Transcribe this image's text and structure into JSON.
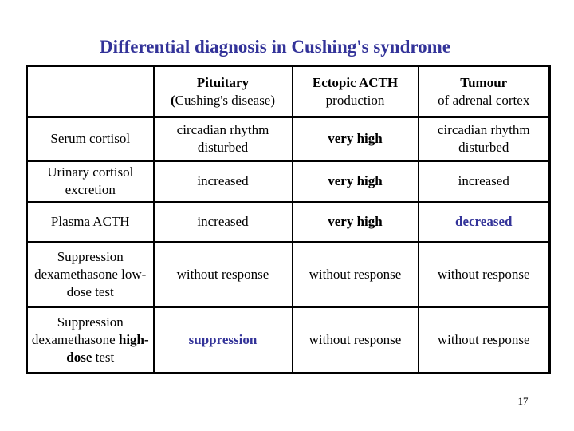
{
  "slide": {
    "title": "Differential diagnosis in Cushing's syndrome",
    "page_number": "17"
  },
  "colors": {
    "accent": "#333399",
    "text": "#000000",
    "background": "#ffffff",
    "table_border": "#000000"
  },
  "table": {
    "columns": [
      {
        "title": "",
        "subtitle": ""
      },
      {
        "title": "Pituitary",
        "subtitle_bold_prefix": "(",
        "subtitle": "Cushing's disease)"
      },
      {
        "title": "Ectopic ACTH",
        "subtitle": "production"
      },
      {
        "title": "Tumour",
        "subtitle": "of adrenal cortex"
      }
    ],
    "rows": [
      {
        "label": "Serum cortisol",
        "cells": [
          "circadian rhythm disturbed",
          "very high",
          "circadian rhythm disturbed"
        ]
      },
      {
        "label": "Urinary cortisol excretion",
        "cells": [
          "increased",
          "very high",
          "increased"
        ]
      },
      {
        "label": "Plasma ACTH",
        "cells": [
          "increased",
          "very high",
          "decreased"
        ]
      },
      {
        "label": "Suppression dexamethasone low-dose test",
        "cells": [
          "without response",
          "without response",
          "without response"
        ]
      },
      {
        "label_pre": "Suppression dexamethasone",
        "label_bold": "high-dose",
        "label_post": "test",
        "cells": [
          "suppression",
          "without response",
          "without response"
        ]
      }
    ]
  }
}
